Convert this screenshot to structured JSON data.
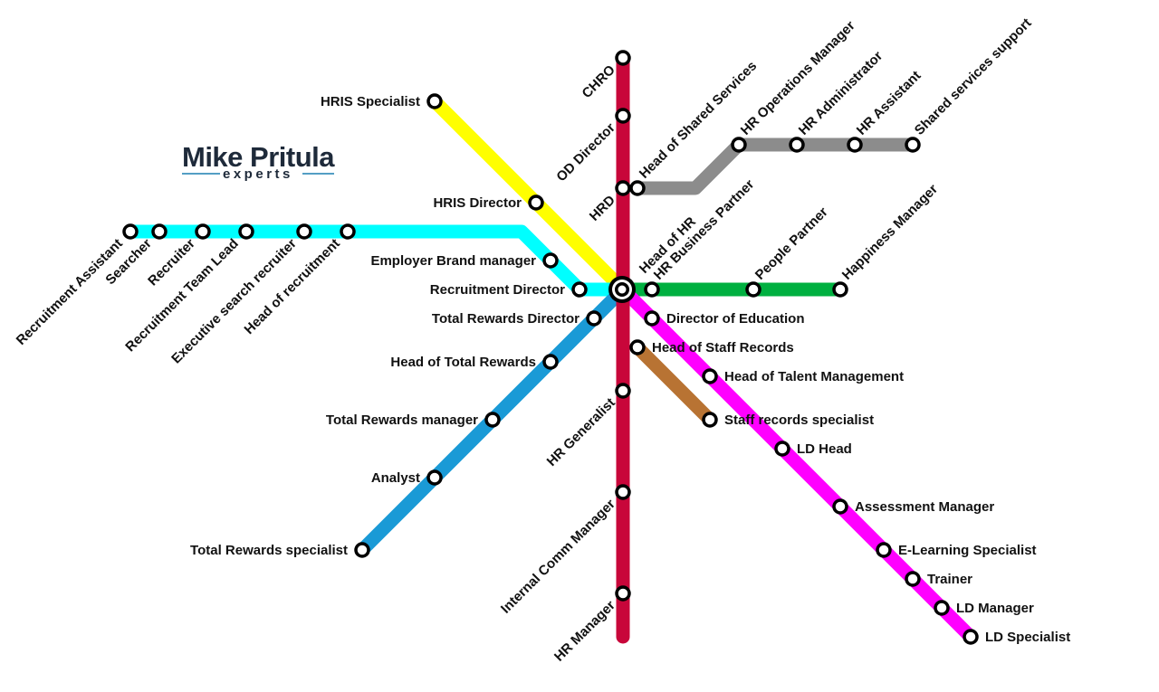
{
  "logo": {
    "main": "Mike Pritula",
    "sub": "experts"
  },
  "lines": {
    "red": "#c8063a",
    "yellow": "#ffff00",
    "cyan": "#00ffff",
    "blue": "#1a9ad6",
    "green": "#00b040",
    "gray": "#8c8c8c",
    "brown": "#b87333",
    "magenta": "#ff00ff"
  },
  "hub": "Head of HR",
  "stations": [
    {
      "key": "chro",
      "label": "CHRO"
    },
    {
      "key": "od-director",
      "label": "OD Director"
    },
    {
      "key": "hrd",
      "label": "HRD"
    },
    {
      "key": "hr-generalist",
      "label": "HR Generalist"
    },
    {
      "key": "internal-comm-manager",
      "label": "Internal Comm Manager"
    },
    {
      "key": "hr-manager",
      "label": "HR Manager"
    },
    {
      "key": "hris-specialist",
      "label": "HRIS Specialist"
    },
    {
      "key": "hris-director",
      "label": "HRIS Director"
    },
    {
      "key": "recruitment-assistant",
      "label": "Recruitment Assistant"
    },
    {
      "key": "searcher",
      "label": "Searcher"
    },
    {
      "key": "recruiter",
      "label": "Recruiter"
    },
    {
      "key": "recruitment-team-lead",
      "label": "Recruitment Team Lead"
    },
    {
      "key": "executive-search-recruiter",
      "label": "Executive search recruiter"
    },
    {
      "key": "head-of-recruitment",
      "label": "Head of recruitment"
    },
    {
      "key": "employer-brand-manager",
      "label": "Employer Brand manager"
    },
    {
      "key": "recruitment-director",
      "label": "Recruitment Director"
    },
    {
      "key": "total-rewards-director",
      "label": "Total Rewards Director"
    },
    {
      "key": "head-of-total-rewards",
      "label": "Head of Total Rewards"
    },
    {
      "key": "total-rewards-manager",
      "label": "Total Rewards manager"
    },
    {
      "key": "analyst",
      "label": "Analyst"
    },
    {
      "key": "total-rewards-specialist",
      "label": "Total Rewards specialist"
    },
    {
      "key": "head-of-shared-services",
      "label": "Head of Shared Services"
    },
    {
      "key": "hr-operations-manager",
      "label": "HR Operations Manager"
    },
    {
      "key": "hr-administrator",
      "label": "HR Administrator"
    },
    {
      "key": "hr-assistant",
      "label": "HR Assistant"
    },
    {
      "key": "shared-services-support",
      "label": "Shared services support"
    },
    {
      "key": "hr-business-partner",
      "label": "HR Business Partner"
    },
    {
      "key": "people-partner",
      "label": "People Partner"
    },
    {
      "key": "happiness-manager",
      "label": "Happiness Manager"
    },
    {
      "key": "director-of-education",
      "label": "Director of Education"
    },
    {
      "key": "head-of-talent-management",
      "label": "Head of Talent Management"
    },
    {
      "key": "ld-head",
      "label": "LD Head"
    },
    {
      "key": "assessment-manager",
      "label": "Assessment Manager"
    },
    {
      "key": "e-learning-specialist",
      "label": "E-Learning Specialist"
    },
    {
      "key": "trainer",
      "label": "Trainer"
    },
    {
      "key": "ld-manager",
      "label": "LD Manager"
    },
    {
      "key": "ld-specialist",
      "label": "LD Specialist"
    },
    {
      "key": "head-of-staff-records",
      "label": "Head of Staff Records"
    },
    {
      "key": "staff-records-specialist",
      "label": "Staff records specialist"
    }
  ]
}
